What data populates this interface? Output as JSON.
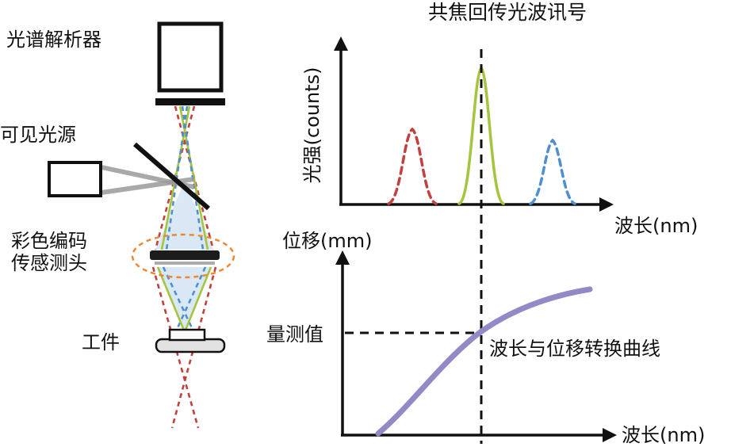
{
  "schematic": {
    "spectrometer_label": "光谱解析器",
    "light_source_label": "可见光源",
    "probe_label_line1": "彩色编码",
    "probe_label_line2": "传感测头",
    "workpiece_label": "工件"
  },
  "top_chart": {
    "title": "共焦回传光波讯号",
    "y_label": "光强(counts)",
    "x_label": "波长(nm)"
  },
  "bottom_chart": {
    "y_label": "位移(mm)",
    "measured_label": "量测值",
    "curve_label": "波长与位移转换曲线",
    "x_label": "波长(nm)"
  },
  "colors": {
    "red_peak": "#c2403d",
    "green_peak": "#a4c53d",
    "blue_peak": "#4e8fd0",
    "purple_curve": "#9488c6",
    "orange_marker": "#ee8632",
    "cone_fill": "#aecde8"
  },
  "chart_data": [
    {
      "type": "line",
      "title": "共焦回传光波讯号",
      "xlabel": "波长(nm)",
      "ylabel": "光强(counts)",
      "series": [
        {
          "name": "red-dashed-peak",
          "relative_center_x": 0.27,
          "relative_height": 0.55
        },
        {
          "name": "green-solid-peak",
          "relative_center_x": 0.53,
          "relative_height": 1.0
        },
        {
          "name": "blue-dashed-peak",
          "relative_center_x": 0.8,
          "relative_height": 0.47
        }
      ],
      "annotations": [
        "vertical dashed line through green peak center"
      ]
    },
    {
      "type": "line",
      "title": "波长与位移转换曲线",
      "xlabel": "波长(nm)",
      "ylabel": "位移(mm)",
      "series": [
        {
          "name": "conversion-curve",
          "shape": "monotonic increasing, saturating",
          "relative_points_x": [
            0.13,
            0.35,
            0.52,
            0.7,
            0.93
          ],
          "relative_points_y": [
            0.02,
            0.38,
            0.58,
            0.72,
            0.82
          ]
        }
      ],
      "annotations": [
        "horizontal dashed line at 量测值 meeting vertical dashed wavelength line on the curve"
      ]
    }
  ]
}
